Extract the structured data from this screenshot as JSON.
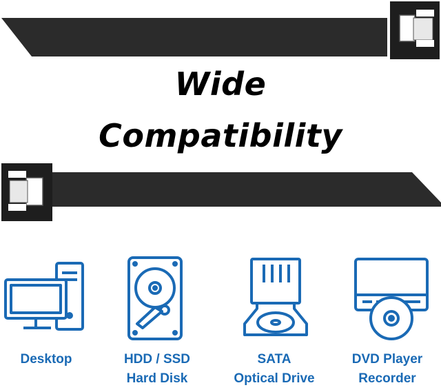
{
  "headline": {
    "line1": "Wide",
    "line2": "Compatibility"
  },
  "colors": {
    "accent": "#1a6ab5",
    "cable": "#2b2b2b",
    "connector": "#1e1e1e"
  },
  "devices": [
    {
      "icon": "desktop-computer-icon",
      "line1": "Desktop",
      "line2": ""
    },
    {
      "icon": "hard-disk-icon",
      "line1": "HDD / SSD",
      "line2": "Hard Disk"
    },
    {
      "icon": "optical-drive-icon",
      "line1": "SATA",
      "line2": "Optical Drive"
    },
    {
      "icon": "dvd-player-icon",
      "line1": "DVD Player",
      "line2": "Recorder"
    }
  ]
}
